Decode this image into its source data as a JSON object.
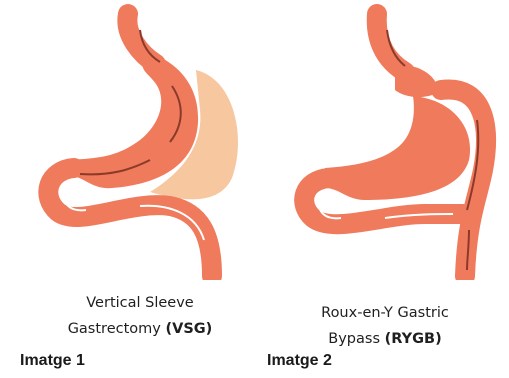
{
  "figure_1": {
    "caption_line1": "Vertical Sleeve",
    "caption_line2_prefix": "Gastrectomy ",
    "caption_line2_bold": "(VSG)",
    "label": "Imatge 1"
  },
  "figure_2": {
    "caption_line1": "Roux-en-Y Gastric",
    "caption_line2_prefix": "Bypass ",
    "caption_line2_bold": "(RYGB)",
    "label": "Imatge 2"
  },
  "colors": {
    "stomach": "#F07A5C",
    "stomach_dark": "#E0603F",
    "removed_part": "#F7C8A0",
    "arrow_dark": "#8B3A2A",
    "arrow_light": "#FFFFFF"
  }
}
